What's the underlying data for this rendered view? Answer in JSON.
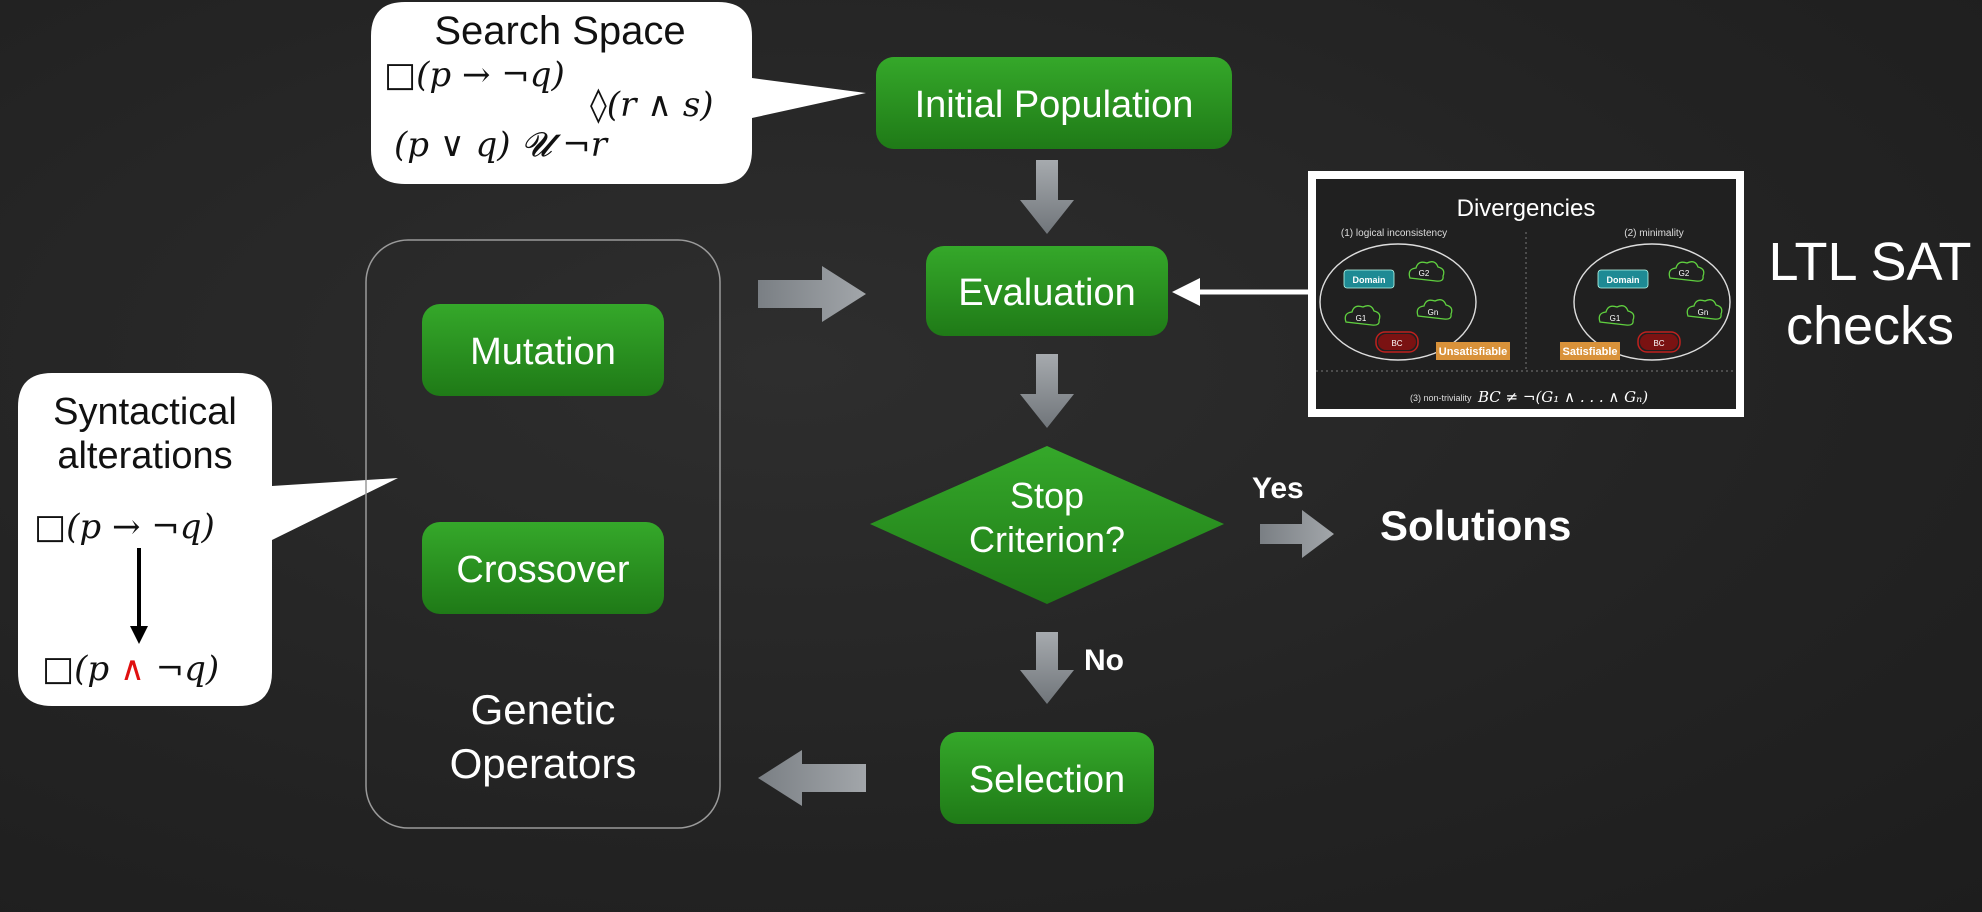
{
  "callouts": {
    "search_space": {
      "title": "Search Space",
      "formula1": "□(p → ¬q)",
      "formula2": "◊(r ∧ s)",
      "formula3": "(p ∨ q) 𝓤 ¬r"
    },
    "syntactical": {
      "title_line1": "Syntactical",
      "title_line2": "alterations",
      "before_prefix": "□(p ",
      "before_op": "→",
      "before_suffix": " ¬q)",
      "after_prefix": "□(p ",
      "after_op": "∧",
      "after_suffix": " ¬q)",
      "changed_op_color": "#e01010"
    }
  },
  "flow": {
    "initial_population": "Initial Population",
    "evaluation": "Evaluation",
    "stop_line1": "Stop",
    "stop_line2": "Criterion?",
    "yes_label": "Yes",
    "no_label": "No",
    "solutions": "Solutions",
    "selection": "Selection"
  },
  "genetic_operators": {
    "mutation": "Mutation",
    "crossover": "Crossover",
    "label_line1": "Genetic",
    "label_line2": "Operators"
  },
  "divergencies_panel": {
    "title": "Divergencies",
    "left_caption": "(1) logical inconsistency",
    "right_caption": "(2) minimality",
    "domain": "Domain",
    "g1": "G1",
    "g2": "G2",
    "gn": "Gn",
    "bc": "BC",
    "unsat": "Unsatisfiable",
    "sat": "Satisfiable",
    "bottom_caption": "(3) non-triviality",
    "bottom_formula": "BC ≠ ¬(G₁ ∧ . . . ∧ Gₙ)"
  },
  "ltl": {
    "line1": "LTL SAT",
    "line2": "checks"
  },
  "colors": {
    "background": "#242424",
    "green_box": "#2a8f1f",
    "arrow_gray": "#8f9499",
    "white": "#ffffff",
    "badge_orange": "#d9923a",
    "bc_red": "#c0201e",
    "domain_teal": "#1e8a94",
    "cloud_green": "#5fcf3f"
  }
}
